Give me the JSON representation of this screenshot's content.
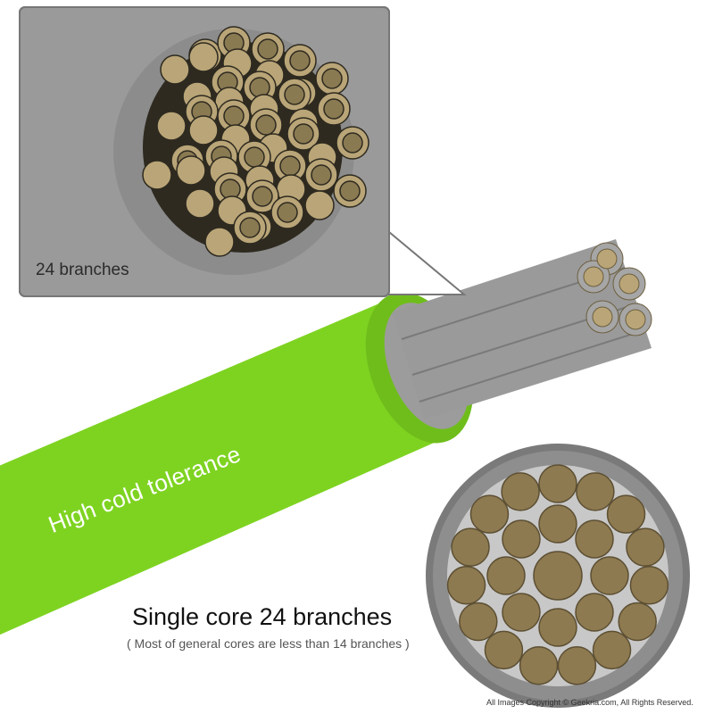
{
  "callout": {
    "label": "24 branches"
  },
  "cable": {
    "label": "High cold tolerance",
    "color": "#7ed321"
  },
  "caption": {
    "title": "Single core 24 branches",
    "subtitle": "( Most of general cores are less than 14 branches )"
  },
  "copyright": "All Images Copyright © Geekria.com, All Rights Reserved.",
  "colors": {
    "insulation": "#9a9a9a",
    "strand": "#b9a577",
    "strand_dark": "#8a7a52",
    "core": "#8e7a50",
    "sheath": "#c8c8c8"
  }
}
